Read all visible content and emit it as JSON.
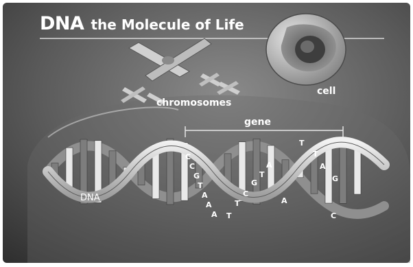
{
  "title": {
    "highlight": "DNA",
    "rest": "the Molecule of Life"
  },
  "labels": {
    "cell": "cell",
    "chromosomes": "chromosomes",
    "gene": "gene",
    "dna": "DNA"
  },
  "bases": [
    "C",
    "C",
    "G",
    "T",
    "A",
    "A",
    "A",
    "T",
    "T",
    "C",
    "G",
    "T",
    "A",
    "A",
    "T",
    "T",
    "A",
    "G",
    "C"
  ],
  "colors": {
    "background": "#4a4a4a",
    "ribbon": "#d6d6d6",
    "text": "#ffffff"
  }
}
